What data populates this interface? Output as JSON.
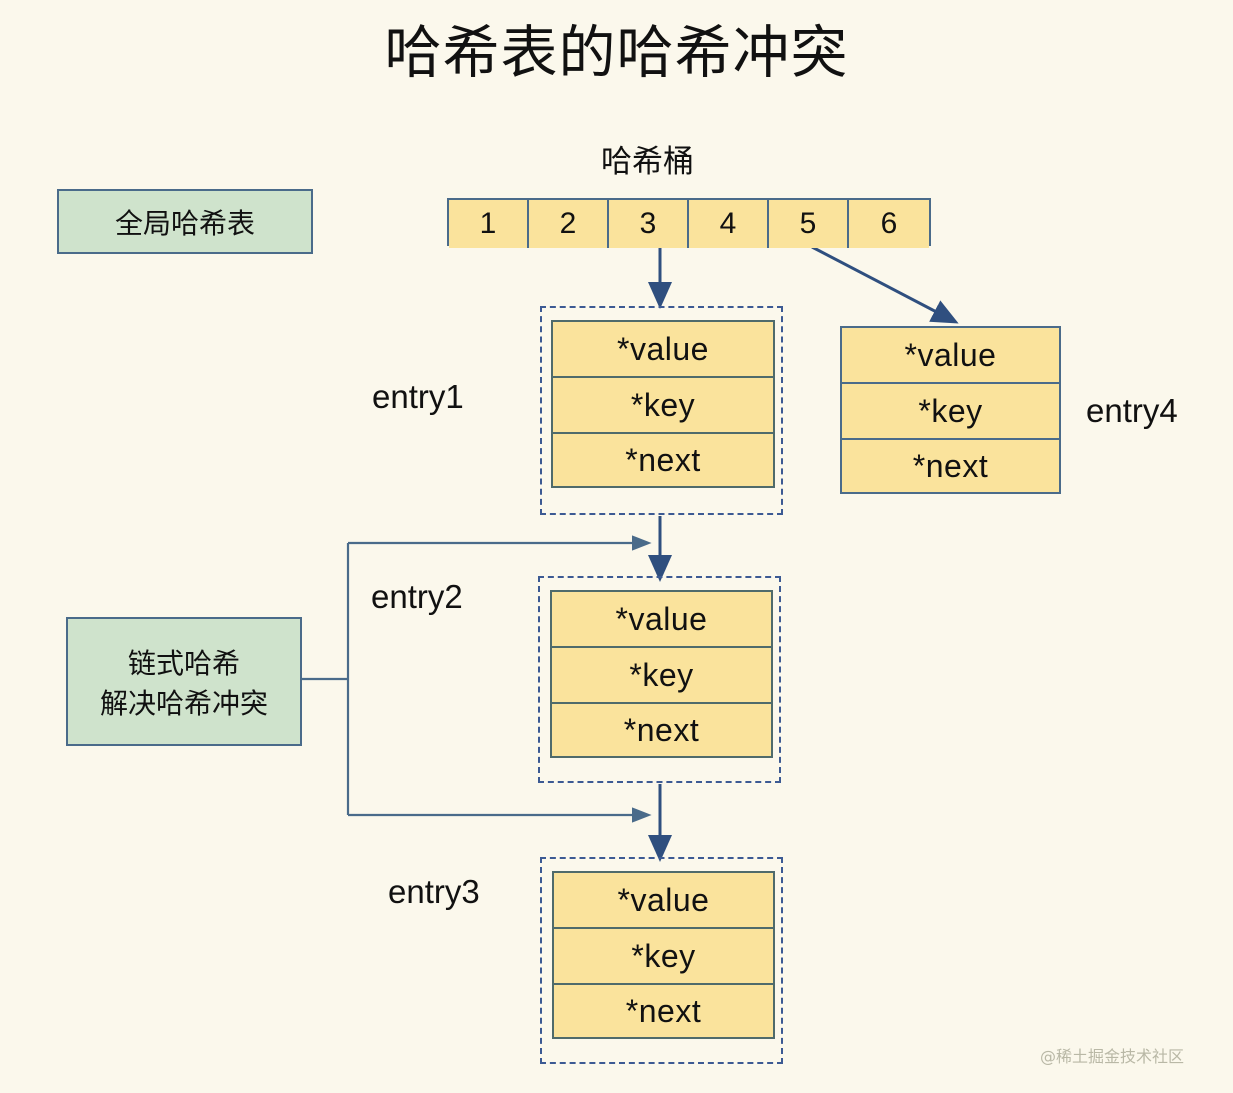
{
  "page": {
    "title": "哈希表的哈希冲突",
    "background_color": "#fbf8ec",
    "watermark": "@稀土掘金技术社区"
  },
  "colors": {
    "cell_fill": "#fae39c",
    "cell_border": "#4f6b6b",
    "bucket_border": "#4a6b8a",
    "green_fill": "#cfe3cc",
    "green_border": "#4a6b8a",
    "dashed_border": "#3c5a93",
    "arrow": "#2f4f7f",
    "connector": "#4a6b8a",
    "text": "#111111",
    "watermark": "#b9b8a6"
  },
  "labels": {
    "global_hash_table": "全局哈希表",
    "chained_hash_line1": "链式哈希",
    "chained_hash_line2": "解决哈希冲突",
    "hash_bucket_caption": "哈希桶"
  },
  "bucket": {
    "caption": "哈希桶",
    "cells": [
      "1",
      "2",
      "3",
      "4",
      "5",
      "6"
    ]
  },
  "entries": [
    {
      "id": "entry1",
      "label": "entry1",
      "dashed": true,
      "fields": [
        "*value",
        "*key",
        "*next"
      ]
    },
    {
      "id": "entry2",
      "label": "entry2",
      "dashed": true,
      "fields": [
        "*value",
        "*key",
        "*next"
      ]
    },
    {
      "id": "entry3",
      "label": "entry3",
      "dashed": true,
      "fields": [
        "*value",
        "*key",
        "*next"
      ]
    },
    {
      "id": "entry4",
      "label": "entry4",
      "dashed": false,
      "fields": [
        "*value",
        "*key",
        "*next"
      ]
    }
  ],
  "field_names": {
    "value": "*value",
    "key": "*key",
    "next": "*next"
  }
}
